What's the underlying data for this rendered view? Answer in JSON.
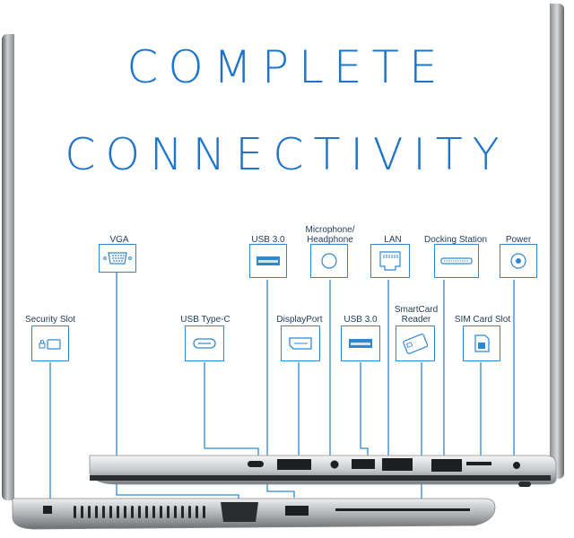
{
  "headline": {
    "line1": "COMPLETE",
    "line2": "CONNECTIVITY"
  },
  "ports": {
    "vga": "VGA",
    "usb30_top": "USB 3.0",
    "microphone_line1": "Microphone/",
    "microphone_line2": "Headphone",
    "lan": "LAN",
    "docking": "Docking Station",
    "power": "Power",
    "security": "Security Slot",
    "usbc": "USB Type-C",
    "displayport": "DisplayPort",
    "usb30_mid": "USB 3.0",
    "smartcard_line1": "SmartCard",
    "smartcard_line2": "Reader",
    "simcard": "SIM Card Slot"
  },
  "colors": {
    "accent": "#1d74c9",
    "line": "#2f86d1",
    "text": "#1f3a56"
  },
  "icons": [
    "vga-port-icon",
    "usb-port-icon",
    "audio-jack-icon",
    "ethernet-port-icon",
    "docking-connector-icon",
    "power-jack-icon",
    "lock-icon",
    "usbc-port-icon",
    "displayport-icon",
    "smartcard-icon",
    "simcard-icon"
  ]
}
